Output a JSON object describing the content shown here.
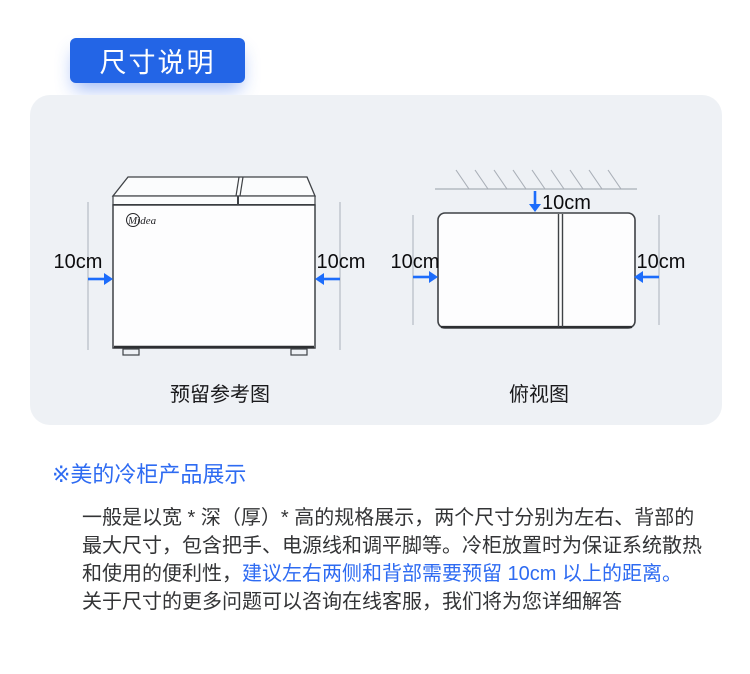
{
  "header": {
    "badge_label": "尺寸说明"
  },
  "diagram_panel": {
    "front_view": {
      "brand": "Midea",
      "left_clearance": "10cm",
      "right_clearance": "10cm",
      "caption": "预留参考图"
    },
    "top_view": {
      "back_clearance": "10cm",
      "left_clearance": "10cm",
      "right_clearance": "10cm",
      "caption": "俯视图"
    }
  },
  "section": {
    "heading": "※美的冷柜产品展示",
    "line1": "一般是以宽 * 深（厚）* 高的规格展示，两个尺寸分别为左右、背部的",
    "line2": "最大尺寸，包含把手、电源线和调平脚等。冷柜放置时为保证系统散热",
    "line3_normal": "和使用的便利性，",
    "line3_highlight": "建议左右两侧和背部需要预留 10cm 以上的距离。",
    "line4": "关于尺寸的更多问题可以咨询在线客服，我们将为您详细解答"
  },
  "colors": {
    "badge_blue": "#2365e6",
    "text_highlight_blue": "#2e6bf2",
    "arrow_blue": "#1c6cfb",
    "panel_background": "#eef1f5",
    "diagram_stroke": "#3f4246"
  }
}
